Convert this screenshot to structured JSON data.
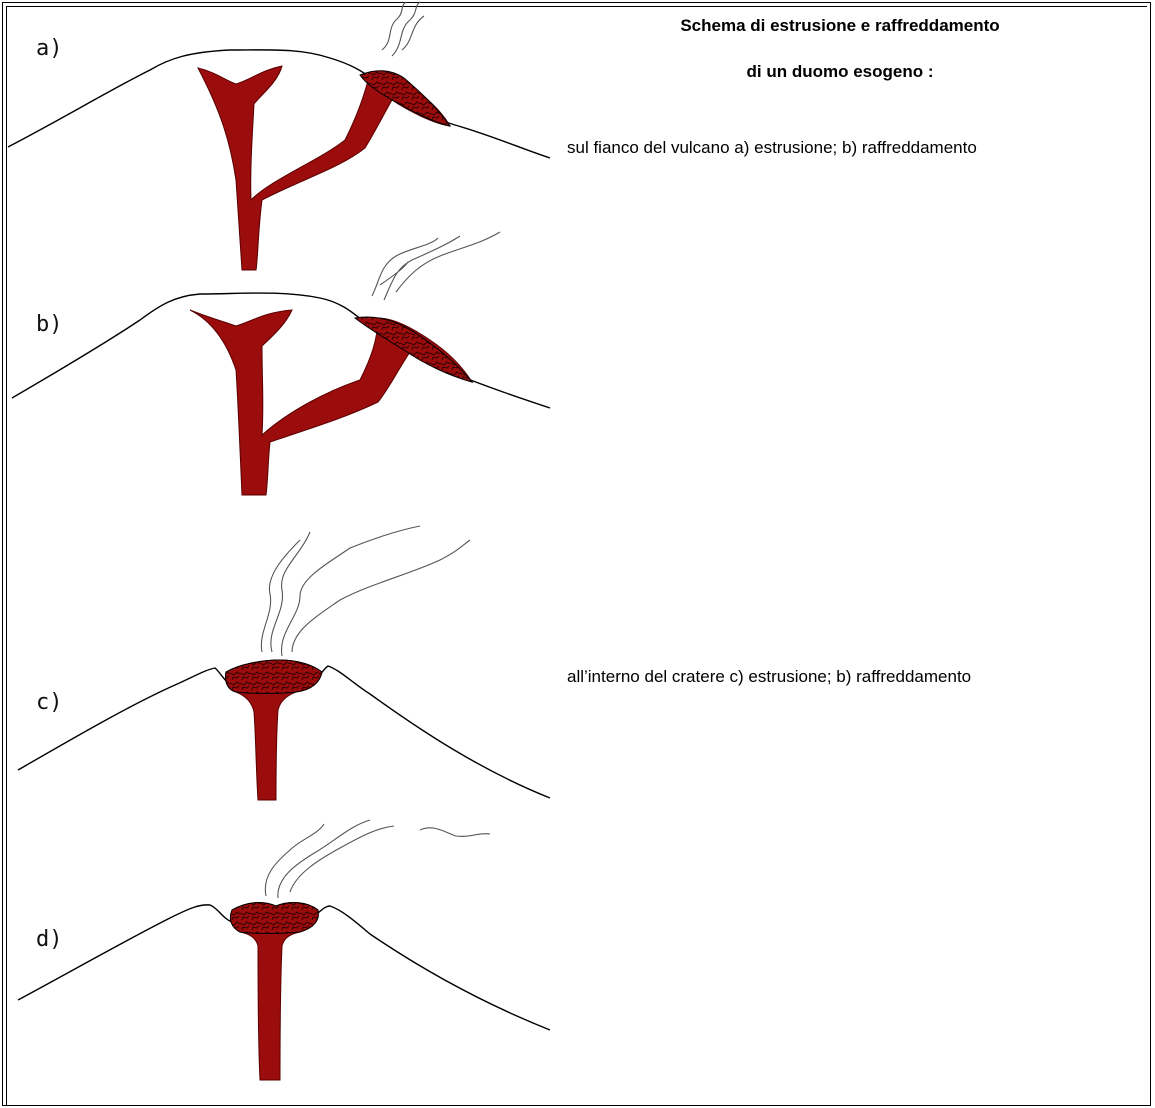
{
  "title": {
    "line1": "Schema di estrusione e raffreddamento",
    "line2": "di un duomo esogeno :"
  },
  "captions": {
    "flank": "sul fianco del vulcano a) estrusione; b) raffreddamento",
    "crater": "all’interno del cratere  c) estrusione; b) raffreddamento"
  },
  "panels": [
    {
      "label": "a)"
    },
    {
      "label": "b)"
    },
    {
      "label": "c)"
    },
    {
      "label": "d)"
    }
  ],
  "colors": {
    "magma": "#9b0c0c",
    "outline": "#000000",
    "smoke": "#555555"
  }
}
